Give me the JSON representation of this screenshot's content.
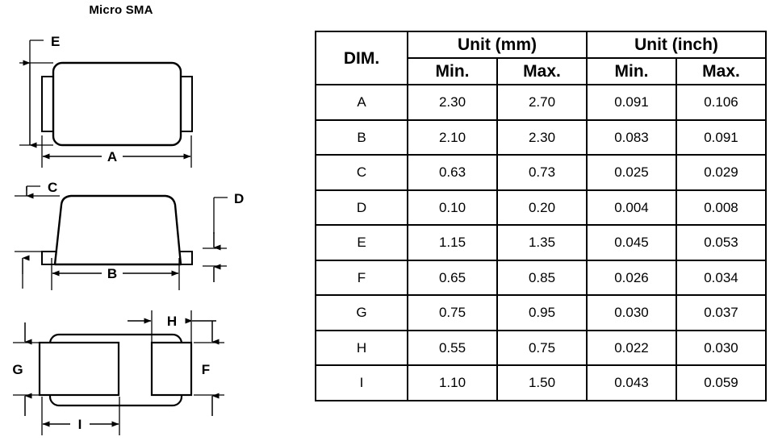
{
  "package": {
    "title": "Micro SMA"
  },
  "views": {
    "top_view": {
      "name": "top-view",
      "dimension_labels": [
        "E",
        "A"
      ]
    },
    "side_view": {
      "name": "side-view",
      "dimension_labels": [
        "C",
        "D",
        "B"
      ]
    },
    "bottom_view": {
      "name": "bottom-view",
      "dimension_labels": [
        "H",
        "G",
        "F",
        "I"
      ]
    }
  },
  "labels": {
    "E": "E",
    "A": "A",
    "C": "C",
    "D": "D",
    "B": "B",
    "H": "H",
    "G": "G",
    "F": "F",
    "I": "I"
  },
  "table": {
    "corner_header": "DIM.",
    "group_headers": [
      "Unit (mm)",
      "Unit (inch)"
    ],
    "sub_headers": [
      "Min.",
      "Max.",
      "Min.",
      "Max."
    ],
    "rows": [
      {
        "dim": "A",
        "mm_min": "2.30",
        "mm_max": "2.70",
        "in_min": "0.091",
        "in_max": "0.106"
      },
      {
        "dim": "B",
        "mm_min": "2.10",
        "mm_max": "2.30",
        "in_min": "0.083",
        "in_max": "0.091"
      },
      {
        "dim": "C",
        "mm_min": "0.63",
        "mm_max": "0.73",
        "in_min": "0.025",
        "in_max": "0.029"
      },
      {
        "dim": "D",
        "mm_min": "0.10",
        "mm_max": "0.20",
        "in_min": "0.004",
        "in_max": "0.008"
      },
      {
        "dim": "E",
        "mm_min": "1.15",
        "mm_max": "1.35",
        "in_min": "0.045",
        "in_max": "0.053"
      },
      {
        "dim": "F",
        "mm_min": "0.65",
        "mm_max": "0.85",
        "in_min": "0.026",
        "in_max": "0.034"
      },
      {
        "dim": "G",
        "mm_min": "0.75",
        "mm_max": "0.95",
        "in_min": "0.030",
        "in_max": "0.037"
      },
      {
        "dim": "H",
        "mm_min": "0.55",
        "mm_max": "0.75",
        "in_min": "0.022",
        "in_max": "0.030"
      },
      {
        "dim": "I",
        "mm_min": "1.10",
        "mm_max": "1.50",
        "in_min": "0.043",
        "in_max": "0.059"
      }
    ]
  },
  "colors": {
    "line": "#000000",
    "background": "#ffffff"
  }
}
